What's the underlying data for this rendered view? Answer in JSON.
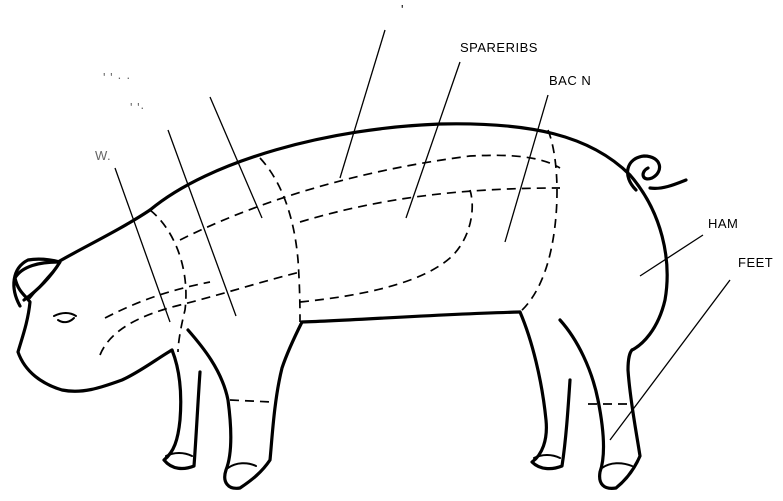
{
  "labels": {
    "top": "'",
    "spareribs": "SPARERIBS",
    "bacon": "BAC N",
    "ham": "HAM",
    "feet": "FEET",
    "faint_upper": "' ' · ·",
    "faint_mid": "' '·",
    "faint_left": "W."
  }
}
